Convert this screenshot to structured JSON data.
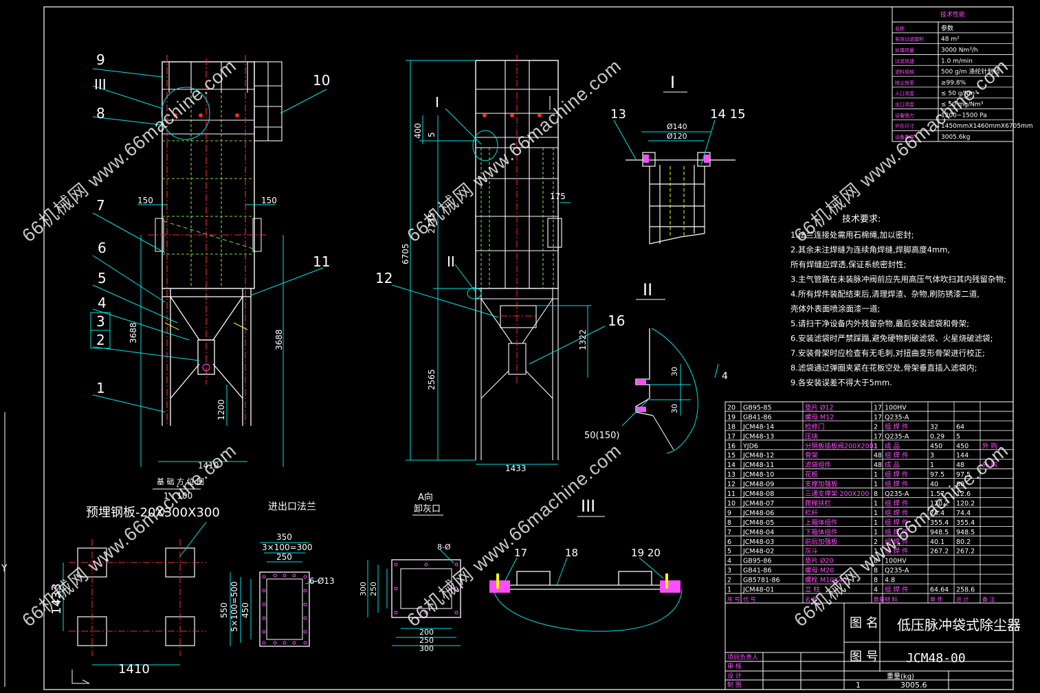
{
  "title_block": {
    "name_label": "图 名",
    "name": "低压脉冲袋式除尘器",
    "number_label": "图 号",
    "number": "JCM48-00",
    "weight_label": "重量(kg)",
    "weight": "3005.6",
    "qty": "1",
    "rows": [
      "项目负责人",
      "审 核",
      "设 计",
      "制 图"
    ]
  },
  "tech_params": {
    "header": "技术性能",
    "rows": [
      [
        "名称",
        "参数"
      ],
      [
        "有效过滤面积",
        "48 m²"
      ],
      [
        "处理风量",
        "3000 Nm³/h"
      ],
      [
        "过滤风速",
        "1.0 m/min"
      ],
      [
        "滤料规格",
        "500 g/m 涤纶针刺毡"
      ],
      [
        "除尘效率",
        "≥99.8%"
      ],
      [
        "入口浓度",
        "≤ 50 g/Nm³"
      ],
      [
        "出口浓度",
        "≤ 50 mg/Nm³"
      ],
      [
        "设备阻力",
        "1200~1500 Pa"
      ],
      [
        "外形尺寸",
        "1450mmX1460mmX6705mm"
      ],
      [
        "设备重量",
        "3005.6kg"
      ]
    ]
  },
  "requirements": {
    "title": "技术要求:",
    "items": [
      "1.法兰连接处需用石棉绳,加以密封;",
      "2.其余未注焊缝为连续角焊缝,焊脚高度4mm,",
      "  所有焊缝应焊透,保证系统密封性;",
      "3.主气管路在未装脉冲阀前应先用高压气体吹扫其内残留杂物;",
      "4.所有焊件装配结束后,清理焊渣、杂物,刷防锈漆二道,",
      "  壳体外表面喷涂面漆一道;",
      "5.请扫干净设备内外残留杂物,最后安装滤袋和骨架;",
      "6.安装滤袋时严禁踩蹋,避免硬物刺破滤袋、火星烧破滤袋;",
      "7.安装骨架时应检查有无毛刺,对扭曲变形骨架进行校正;",
      "8.滤袋通过弹圈夹紧在花板空处,骨架垂直插入滤袋内;",
      "9.各安装误差不得大于5mm."
    ]
  },
  "bom": [
    [
      "20",
      "GB95-85",
      "垫片 Ø12",
      "17",
      "100HV",
      "",
      "",
      ""
    ],
    [
      "19",
      "GB41-86",
      "螺母 M12",
      "17",
      "Q235-A",
      "",
      "",
      ""
    ],
    [
      "18",
      "JCM48-14",
      "检修门",
      "2",
      "组 焊 件",
      "32",
      "64",
      ""
    ],
    [
      "17",
      "JCM48-13",
      "压块",
      "17",
      "Q235-A",
      "0.29",
      "5",
      ""
    ],
    [
      "16",
      "YJD6",
      "分隔板插板阀200X200",
      "1",
      "成 品",
      "450",
      "450",
      "外 购"
    ],
    [
      "15",
      "JCM48-12",
      "骨架",
      "48",
      "组 焊 件",
      "3",
      "144",
      ""
    ],
    [
      "14",
      "JCM48-11",
      "滤袋组件",
      "48",
      "成 品",
      "1",
      "48",
      "外 购"
    ],
    [
      "13",
      "JCM48-10",
      "花板",
      "1",
      "组 焊 件",
      "97.5",
      "97.5",
      ""
    ],
    [
      "12",
      "JCM48-09",
      "支撑加强板",
      "1",
      "组 焊 件",
      "40",
      "80",
      ""
    ],
    [
      "11",
      "JCM48-08",
      "三通支撑架 200X200",
      "8",
      "Q235-A",
      "1.57",
      "12.6",
      ""
    ],
    [
      "10",
      "JCM48-07",
      "爬梯扶栏",
      "1",
      "组 焊 件",
      "120.2",
      "120.2",
      ""
    ],
    [
      "9",
      "JCM48-06",
      "栏杆",
      "1",
      "组 焊 件",
      "74.4",
      "74.4",
      ""
    ],
    [
      "8",
      "JCM48-05",
      "上箱体组件",
      "1",
      "组 焊 件",
      "355.4",
      "355.4",
      ""
    ],
    [
      "7",
      "JCM48-04",
      "下箱体组件",
      "1",
      "组 焊 件",
      "948.5",
      "948.5",
      ""
    ],
    [
      "6",
      "JCM48-03",
      "前后加强板",
      "2",
      "组 焊 件",
      "40.1",
      "80.2",
      ""
    ],
    [
      "5",
      "JCM48-02",
      "灰斗",
      "1",
      "组 焊 件",
      "267.2",
      "267.2",
      ""
    ],
    [
      "4",
      "GB95-86",
      "垫片 Ø20",
      "8",
      "100HV",
      "",
      "",
      ""
    ],
    [
      "3",
      "GB41-86",
      "螺母 M20",
      "8",
      "Q235-A",
      "",
      "",
      ""
    ],
    [
      "2",
      "GB5781-86",
      "螺栓 M10X40",
      "8",
      "4.8",
      "",
      "",
      ""
    ],
    [
      "1",
      "JCM48-01",
      "立 柱",
      "4",
      "组 焊 件",
      "64.64",
      "258.6",
      ""
    ]
  ],
  "bom_header": [
    "序 号",
    "代 号",
    "名 称",
    "数量",
    "材 料",
    "单 件",
    "总 计",
    "备 注"
  ],
  "front_view": {
    "callouts": [
      "9",
      "III",
      "8",
      "10",
      "7",
      "6",
      "5",
      "4",
      "3",
      "2",
      "1",
      "11"
    ],
    "dims": [
      "150",
      "150",
      "3688",
      "3688",
      "1200",
      "1410"
    ]
  },
  "side_view": {
    "callouts": [
      "I",
      "II",
      "12",
      "16"
    ],
    "dims": [
      "400",
      "5",
      "2735",
      "6705",
      "175",
      "1322",
      "2565",
      "1433"
    ]
  },
  "detail_I": {
    "title": "I",
    "callouts": [
      "13",
      "14 15"
    ],
    "dims": [
      "Ø140",
      "Ø120"
    ]
  },
  "detail_II": {
    "title": "II",
    "dims": [
      "30",
      "30",
      "4",
      "50(150)"
    ]
  },
  "detail_III": {
    "title": "III",
    "callouts": [
      "17",
      "18",
      "19 20"
    ]
  },
  "foundation": {
    "title": "基 础 方 位 图",
    "scale": "1 : 100",
    "plate": "预埋钢板-20X300X300",
    "dims": [
      "1433",
      "1410"
    ]
  },
  "flange": {
    "title": "进出口法兰",
    "dims": [
      "350",
      "3×100=300",
      "250",
      "550",
      "5×100=500",
      "450",
      "6-Ø13"
    ]
  },
  "outlet": {
    "title1": "A向",
    "title2": "卸灰口",
    "dims": [
      "8-Ø",
      "300",
      "250",
      "200",
      "250",
      "300"
    ]
  },
  "watermarks": [
    "66机械网 www.66machine.com",
    "66机械网 www.66machine.com",
    "66机械网 www.66machine.com",
    "66机械网 www.66machine.com",
    "66机械网 www.66machine.com",
    "66机械网 www.66machine.com"
  ],
  "colors": {
    "frame": "#ffffff",
    "cyan": "#00e5e5",
    "green": "#7ed957",
    "red": "#ff2a2a",
    "yellow": "#ffff00",
    "magenta": "#ff4dff"
  }
}
